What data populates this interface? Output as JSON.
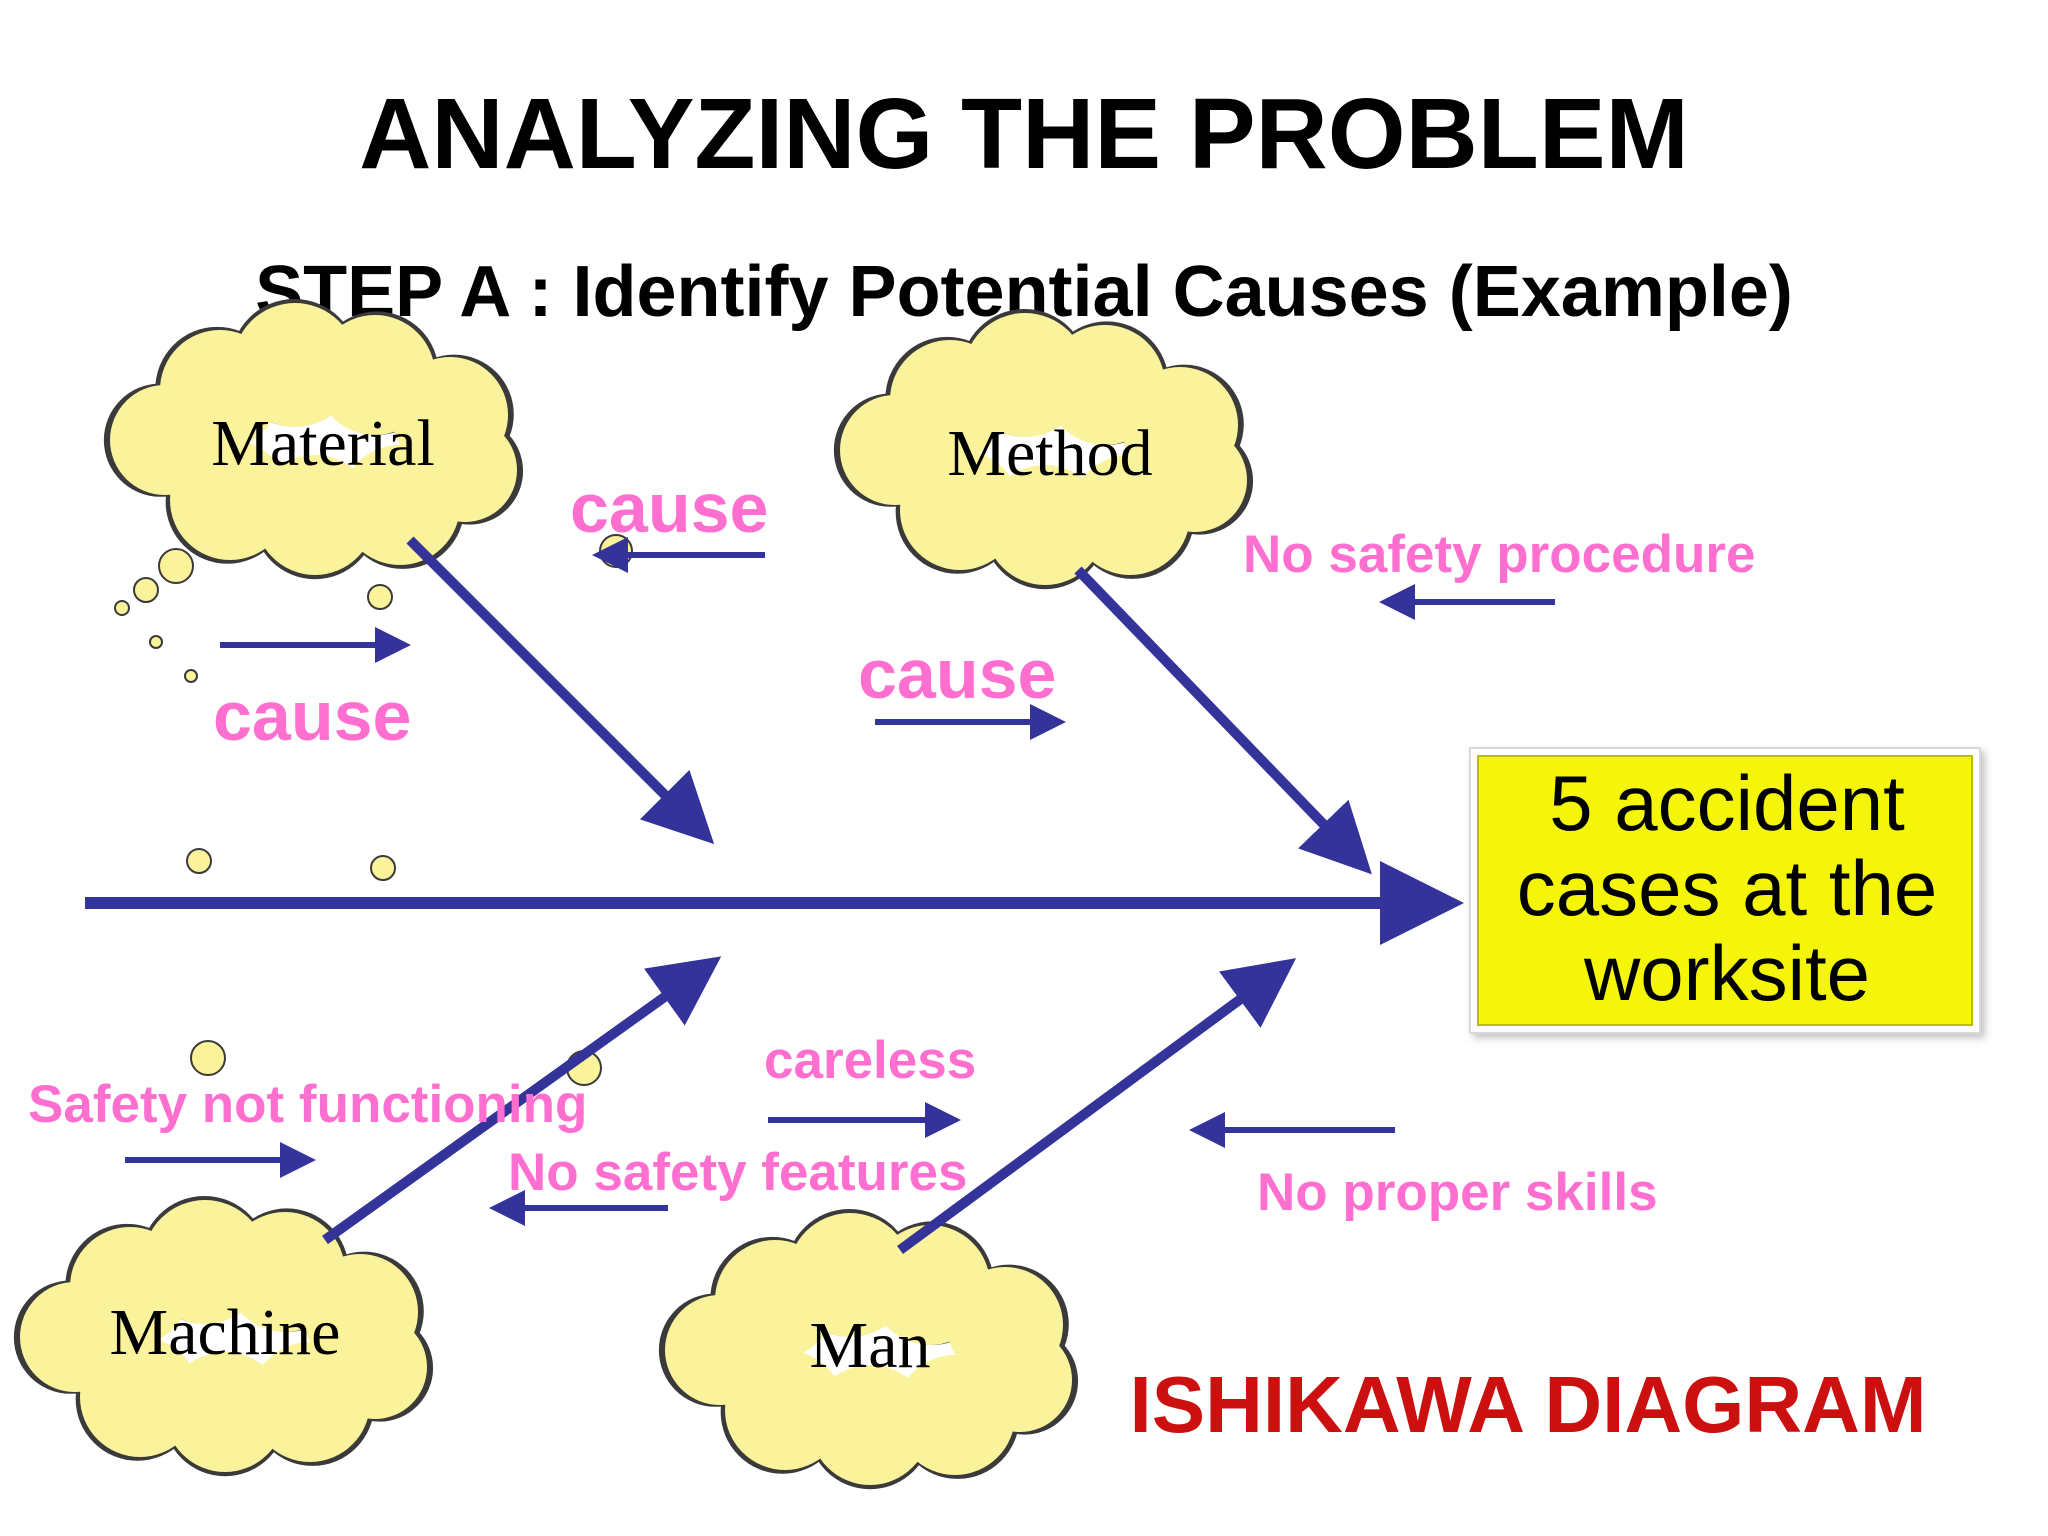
{
  "slide": {
    "title": "ANALYZING THE PROBLEM",
    "subtitle": "STEP A : Identify Potential Causes (Example)",
    "footer_label": "ISHIKAWA DIAGRAM"
  },
  "effect": {
    "lines": [
      "5 accident",
      "cases at the",
      "worksite"
    ]
  },
  "categories": {
    "material": "Material",
    "method": "Method",
    "machine": "Machine",
    "man": "Man"
  },
  "causes": {
    "cause_1": "cause",
    "cause_2": "cause",
    "cause_3": "cause",
    "no_safety_procedure": "No safety procedure",
    "careless": "careless",
    "safety_not_functioning": "Safety not functioning",
    "no_safety_features": "No safety features",
    "no_proper_skills": "No proper skills"
  },
  "colors": {
    "arrow": "#33339a",
    "cause_text": "#ff6fcf",
    "cloud_fill": "#fbf39c",
    "cloud_stroke": "#3a3a3a",
    "effect_fill": "#f5f50a",
    "footer": "#cc0f0f"
  }
}
